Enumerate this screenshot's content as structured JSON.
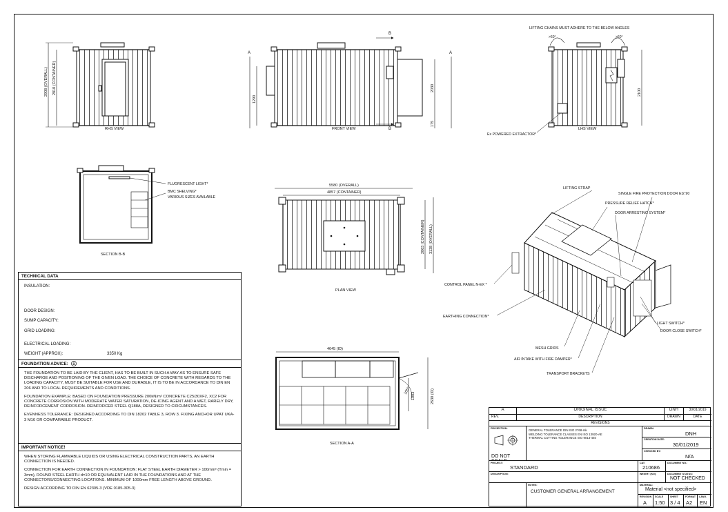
{
  "views": {
    "rhs": "RHS VIEW",
    "front": "FRONT VIEW",
    "lhs": "LHS VIEW",
    "section_bb": "SECTION B-B",
    "plan": "PLAN VIEW",
    "section_aa": "SECTION A-A"
  },
  "dimensions": {
    "rhs_overall": "2908 (OVERALL)",
    "rhs_container": "2810 (CONTAINER)",
    "front_1290": "1290",
    "front_2030": "2030",
    "front_175": "175",
    "lhs_2100": "2100",
    "plan_overall": "5580 (OVERALL)",
    "plan_container": "4857 (CONTAINER)",
    "plan_2863": "2863 (CONTAINER)",
    "plan_3138": "3138 (OVERALL)",
    "aa_width": "4645 (ID)",
    "aa_height": "2630 (ID)",
    "aa_door": "1003",
    "aa_angle": "105°"
  },
  "section_markers": {
    "a": "A",
    "b": "B"
  },
  "callouts": {
    "lifting_chains": "LIFTING CHAINS MUST ADHERE TO THE BELOW ANGLES",
    "angle_60": ">60°",
    "ex_extractor": "Ex POWERED EXTRACTOR*",
    "fluorescent": "FLUORESCENT LIGHT*",
    "bmc_shelving": "BMC SHELVING*",
    "various_sizes": "VARIOUS SIZES AVAILABLE",
    "lifting_strap": "LIFTING STRAP",
    "single_fire_door": "SINGLE FIRE PROTECTION DOOR EI2 90",
    "pressure_relief": "PRESSURE RELIEF HATCH*",
    "door_arresting": "DOOR ARRESTING SYSTEM*",
    "control_panel": "CONTROL PANEL N-EX *",
    "earthing": "EARTHING CONNECTION*",
    "light_switch": "LIGHT SWITCH*",
    "door_close": "DOOR CLOSE SWITCH*",
    "mesh_grids": "MESH GRIDS",
    "air_intake": "AIR INTAKE WITH FIRE DAMPER*",
    "transport": "TRANSPORT BRACKETS"
  },
  "technical": {
    "title": "TECHNICAL DATA",
    "rows": [
      {
        "label": "INSULATION:",
        "value": ""
      },
      {
        "label": "DOOR DESIGN:",
        "value": ""
      },
      {
        "label": "SUMP CAPACITY:",
        "value": ""
      },
      {
        "label": "GRID LOADING:",
        "value": ""
      },
      {
        "label": "ELECTRICAL LOADING:",
        "value": ""
      },
      {
        "label": "WEIGHT (APPROX):",
        "value": "3350 Kg"
      }
    ]
  },
  "foundation": {
    "title": "FOUNDATION ADVICE:",
    "p1": "THE FOUNDATION TO BE LAID BY THE CLIENT, HAS TO BE BUILT IN SUCH A WAY AS TO ENSURE SAFE DISCHARGE AND POSITIONING OF THE GIVEN LOAD. THE CHOICE OF CONCRETE WITH REGARDS TO THE LOADING CAPACITY, MUST BE SUITABLE FOR USE AND DURABLE, IT IS TO BE IN ACCORDANCE TO DIN EN 206 AND TO LOCAL REQUIREMENTS AND CONDITIONS.",
    "p2": "FOUNDATION EXAMPLE: BASED ON FOUNDATION PRESSURE 200kN/m² CONCRETE C25/30XF2, XC2 FOR CONCRETE CORROSION WITH MODERATE WATER SATURATION, DE-ICING AGENT AND A WET, RARELY DRY, REINFORCEMENT CORROSION. REINFORCED STEEL Q188A, DESIGNED TO CIRCUMSTANCES.",
    "p3": "EVENNESS TOLERANCE: DESIGNED ACCORDING TO DIN 18202 TABLE 3, ROW 3. FIXING ANCHOR UPAT UKA-3 M16 OR COMPARABLE PRODUCT."
  },
  "notice": {
    "title": "IMPORTANT NOTICE!",
    "p1": "WHEN STORING FLAMMABLE LIQUIDS OR USING ELECTRICAL CONSTRUCTION PARTS, AN EARTH CONNECTION IS NEEDED.",
    "p2": "CONNECTION FOR EARTH CONNECTION IN FOUNDATION: FLAT STEEL EARTH DIAMETER > 100mm² (Tmin = 3mm), ROUND STEEL EARTH d=10 OR EQUIVALENT LAID IN THE FOUNDATIONS AND AT THE CONNECTORS/CONNECTING LOCATIONS. MINIMUM OF 1000mm FREE LENGTH ABOVE GROUND.",
    "p3": "DESIGN ACCORDING TO DIN EN 62305-3 (VDE 0185-305-3)"
  },
  "title_block": {
    "rev": "A",
    "rev_desc": "ORIGINAL ISSUE",
    "rev_by": "DNH",
    "rev_date": "30/01/2019",
    "h_rev": "REV.",
    "h_desc": "DESCRIPTION",
    "h_drawn": "DRAWN",
    "h_date": "DATE",
    "h_revisions": "REVISIONS",
    "projection": "PROJECTION:",
    "tolerances": "GENERAL TOLERANCE DIN ISO 2768-mk\nWELDING TOLERANCE CLASSES EN ISO 13920-AE\nTHERMAL CUTTING TOLERANCE ISO 9013-440",
    "do_not_scale": "DO NOT SCALE",
    "drawn_lbl": "DRAWN:",
    "drawn": "DNH",
    "creation_lbl": "CREATION DATE:",
    "creation": "30/01/2019",
    "checked_lbl": "CHECKED BY:",
    "checked": "N/A",
    "project_lbl": "PROJECT:",
    "project": "STANDARD",
    "cat_lbl": "CAT:",
    "cat": "210686",
    "docno_lbl": "DOCUMENT NO.:",
    "docno": "",
    "description_lbl": "DESCRIPTION:",
    "weight_lbl": "WEIGHT (Kg):",
    "status_lbl": "DOCUMENT STATUS:",
    "status": "NOT CHECKED",
    "notes_lbl": "NOTES:",
    "notes": "CUSTOMER GENERAL ARRANGEMENT",
    "material_lbl": "MATERIAL:",
    "material": "Material <not specified>",
    "rev2_lbl": "REVISION",
    "rev2": "A",
    "scale_lbl": "SCALE",
    "scale": "1:50",
    "sheet_lbl": "SHEET",
    "sheet": "3 / 4",
    "format_lbl": "FORMAT",
    "format": "A2",
    "lang_lbl": "LANG.",
    "lang": "EN"
  }
}
